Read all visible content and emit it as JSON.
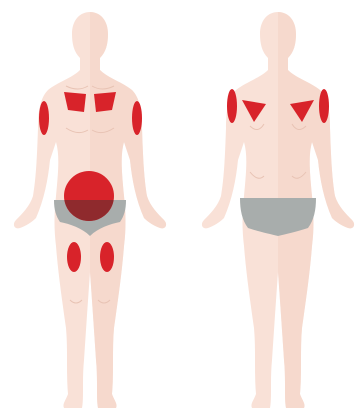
{
  "colors": {
    "background": "#ffffff",
    "skin": "#f9e1d7",
    "skin_shade": "#f3d3c6",
    "skin_line": "#e8c3b4",
    "injection_site": "#d8232a",
    "underwear": "#a8adac",
    "underwear_overlap": "#8f2a2d"
  },
  "figures": [
    {
      "view": "front",
      "injection_sites": [
        "left-upper-chest",
        "right-upper-chest",
        "left-upper-arm",
        "right-upper-arm",
        "abdomen",
        "left-thigh",
        "right-thigh"
      ]
    },
    {
      "view": "back",
      "injection_sites": [
        "left-upper-back",
        "right-upper-back",
        "left-upper-arm",
        "right-upper-arm"
      ]
    }
  ]
}
